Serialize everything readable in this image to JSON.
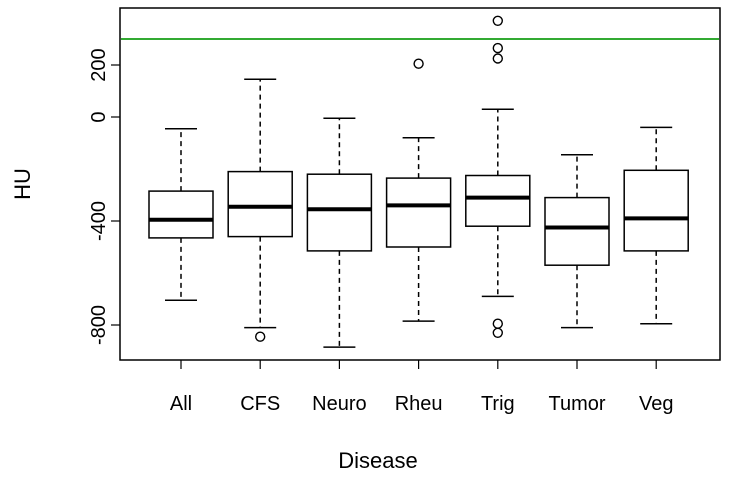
{
  "chart_data": {
    "type": "boxplot",
    "xlabel": "Disease",
    "ylabel": "HU",
    "ylim": [
      -930,
      430
    ],
    "yticks": [
      -800,
      -400,
      0,
      200
    ],
    "ytick_labels": [
      "-800",
      "-400",
      "0",
      "200"
    ],
    "reference_line": {
      "value": 300,
      "color": "#33aa33"
    },
    "categories": [
      "All",
      "CFS",
      "Neuro",
      "Rheu",
      "Trig",
      "Tumor",
      "Veg"
    ],
    "boxes": [
      {
        "category": "All",
        "whisker_low": -705,
        "q1": -465,
        "median": -395,
        "q3": -285,
        "whisker_high": -45,
        "outliers": []
      },
      {
        "category": "CFS",
        "whisker_low": -810,
        "q1": -460,
        "median": -345,
        "q3": -210,
        "whisker_high": 145,
        "outliers": [
          -845
        ]
      },
      {
        "category": "Neuro",
        "whisker_low": -885,
        "q1": -515,
        "median": -355,
        "q3": -220,
        "whisker_high": -5,
        "outliers": []
      },
      {
        "category": "Rheu",
        "whisker_low": -785,
        "q1": -500,
        "median": -340,
        "q3": -235,
        "whisker_high": -80,
        "outliers": [
          205
        ]
      },
      {
        "category": "Trig",
        "whisker_low": -690,
        "q1": -420,
        "median": -310,
        "q3": -225,
        "whisker_high": 30,
        "outliers": [
          -795,
          -830,
          225,
          265,
          370
        ]
      },
      {
        "category": "Tumor",
        "whisker_low": -810,
        "q1": -570,
        "median": -425,
        "q3": -310,
        "whisker_high": -145,
        "outliers": []
      },
      {
        "category": "Veg",
        "whisker_low": -795,
        "q1": -515,
        "median": -390,
        "q3": -205,
        "whisker_high": -40,
        "outliers": []
      }
    ]
  }
}
